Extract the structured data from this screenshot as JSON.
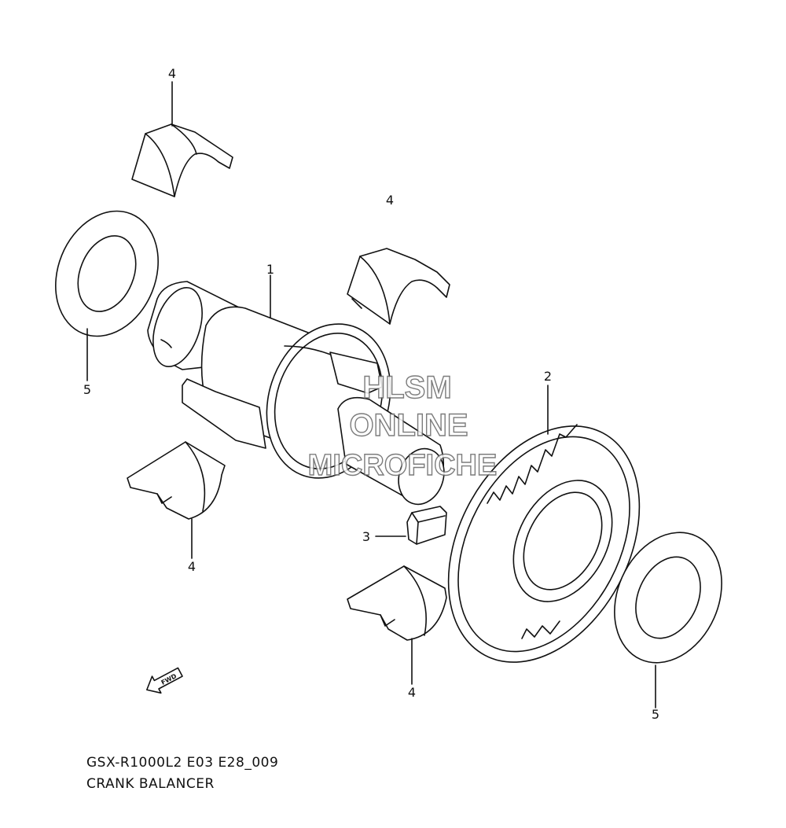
{
  "diagram": {
    "callouts": [
      {
        "id": "shell-top-left",
        "text": "4"
      },
      {
        "id": "shell-top-right",
        "text": "4"
      },
      {
        "id": "shaft",
        "text": "1"
      },
      {
        "id": "washer-left",
        "text": "5"
      },
      {
        "id": "gear",
        "text": "2"
      },
      {
        "id": "key",
        "text": "3"
      },
      {
        "id": "shell-bottom-left",
        "text": "4"
      },
      {
        "id": "shell-bottom-right",
        "text": "4"
      },
      {
        "id": "washer-right",
        "text": "5"
      }
    ],
    "fwd_label": "FWD",
    "watermark": [
      "HLSM",
      "ONLINE",
      "MICROFICHE"
    ],
    "caption_code": "GSX-R1000L2 E03 E28_009",
    "caption_title": "CRANK BALANCER"
  }
}
